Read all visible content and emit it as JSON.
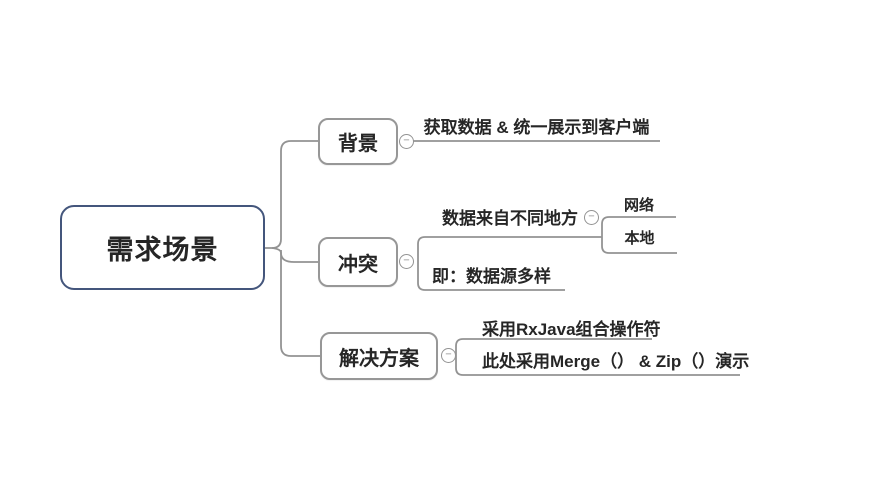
{
  "diagram": {
    "type": "mindmap",
    "root": {
      "label": "需求场景"
    },
    "branches": {
      "background": {
        "label": "背景",
        "child1": "获取数据 & 统一展示到客户端"
      },
      "conflict": {
        "label": "冲突",
        "child1": "数据来自不同地方",
        "child1_sub1": "网络",
        "child1_sub2": "本地",
        "child2": "即：数据源多样"
      },
      "solution": {
        "label": "解决方案",
        "child1": "采用RxJava组合操作符",
        "child2": "此处采用Merge（） & Zip（）演示"
      }
    },
    "icons": {
      "collapse": "−"
    },
    "colors": {
      "background": "#ffffff",
      "root_border": "#44567c",
      "branch_border": "#979797",
      "line": "#939393",
      "text": "#262626"
    }
  }
}
